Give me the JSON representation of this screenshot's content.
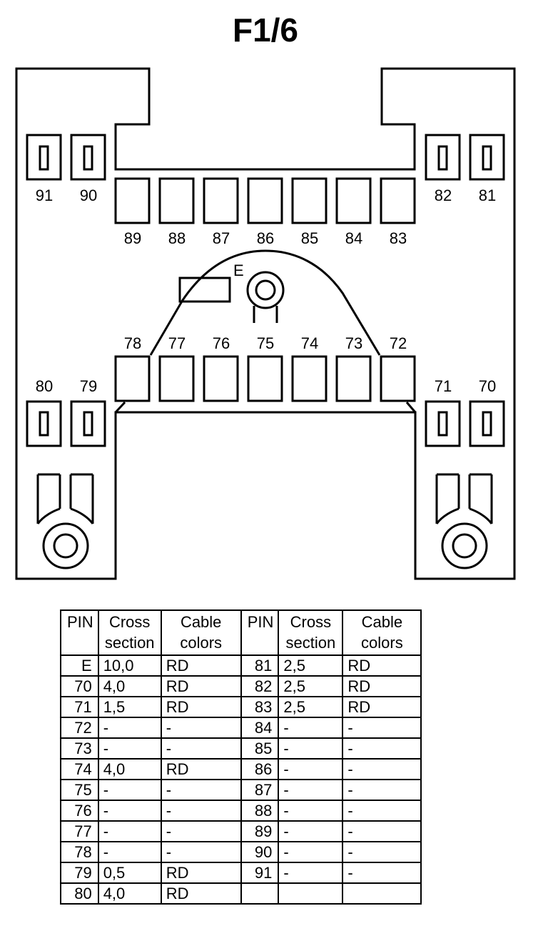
{
  "title": "F1/6",
  "ground_label": "E",
  "pin_labels": {
    "top_left": [
      "91",
      "90"
    ],
    "top_right": [
      "82",
      "81"
    ],
    "top_row": [
      "89",
      "88",
      "87",
      "86",
      "85",
      "84",
      "83"
    ],
    "middle_row": [
      "78",
      "77",
      "76",
      "75",
      "74",
      "73",
      "72"
    ],
    "side_left": [
      "80",
      "79"
    ],
    "side_right": [
      "71",
      "70"
    ]
  },
  "table": {
    "headers": {
      "pin": "PIN",
      "cross_line1": "Cross",
      "cross_line2": "section",
      "cable_line1": "Cable",
      "cable_line2": "colors"
    },
    "rows": [
      [
        "E",
        "10,0",
        "RD",
        "81",
        "2,5",
        "RD"
      ],
      [
        "70",
        "4,0",
        "RD",
        "82",
        "2,5",
        "RD"
      ],
      [
        "71",
        "1,5",
        "RD",
        "83",
        "2,5",
        "RD"
      ],
      [
        "72",
        "-",
        "-",
        "84",
        "-",
        "-"
      ],
      [
        "73",
        "-",
        "-",
        "85",
        "-",
        "-"
      ],
      [
        "74",
        "4,0",
        "RD",
        "86",
        "-",
        "-"
      ],
      [
        "75",
        "-",
        "-",
        "87",
        "-",
        "-"
      ],
      [
        "76",
        "-",
        "-",
        "88",
        "-",
        "-"
      ],
      [
        "77",
        "-",
        "-",
        "89",
        "-",
        "-"
      ],
      [
        "78",
        "-",
        "-",
        "90",
        "-",
        "-"
      ],
      [
        "79",
        "0,5",
        "RD",
        "91",
        "-",
        "-"
      ],
      [
        "80",
        "4,0",
        "RD",
        "",
        "",
        ""
      ]
    ]
  }
}
